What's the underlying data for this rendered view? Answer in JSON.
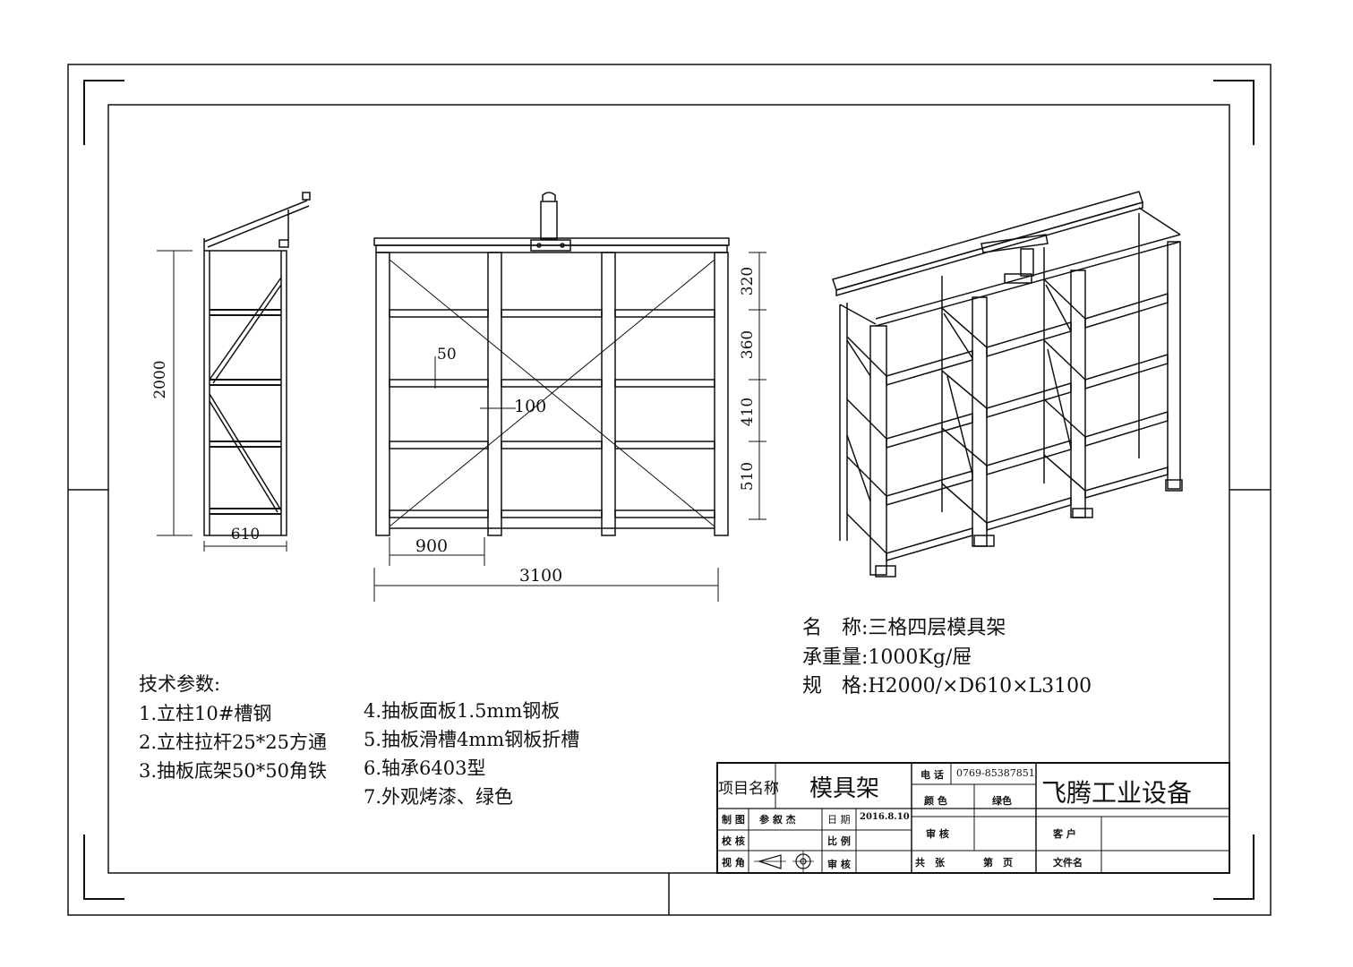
{
  "dimensions": {
    "side_height": "2000",
    "side_depth": "610",
    "front_width": "3100",
    "bay_width": "900",
    "level_1": "320",
    "level_2": "360",
    "level_3": "410",
    "level_4": "510",
    "post_width": "50",
    "post_spacing": "100"
  },
  "specs": {
    "name_label": "名　称:",
    "name_value": "三格四层模具架",
    "load_label": "承重量:",
    "load_value": "1000Kg/屉",
    "size_label": "规　格:",
    "size_value": "H2000/×D610×L3100"
  },
  "tech": {
    "heading": "技术参数:",
    "items": [
      "1.立柱10#槽钢",
      "2.立柱拉杆25*25方通",
      "3.抽板底架50*50角铁",
      "4.抽板面板1.5mm钢板",
      "5.抽板滑槽4mm钢板折槽",
      "6.轴承6403型",
      "7.外观烤漆、绿色"
    ]
  },
  "title_block": {
    "project_label": "项目名称",
    "project_value": "模具架",
    "phone_label": "电 话",
    "phone_value": "0769-85387851",
    "color_label": "颜 色",
    "color_value": "绿色",
    "company": "飞腾工业设备",
    "drawn_label": "制 图",
    "drawn_value": "参 叙 杰",
    "date_label": "日 期",
    "date_value": "2016.8.10",
    "check_label": "校 核",
    "scale_label": "比 例",
    "view_label": "视 角",
    "review_label": "审 核",
    "audit_label": "审 核",
    "customer_label": "客 户",
    "file_label": "文件名",
    "sheets_label": "共　张",
    "sheet_label": "第　页"
  }
}
